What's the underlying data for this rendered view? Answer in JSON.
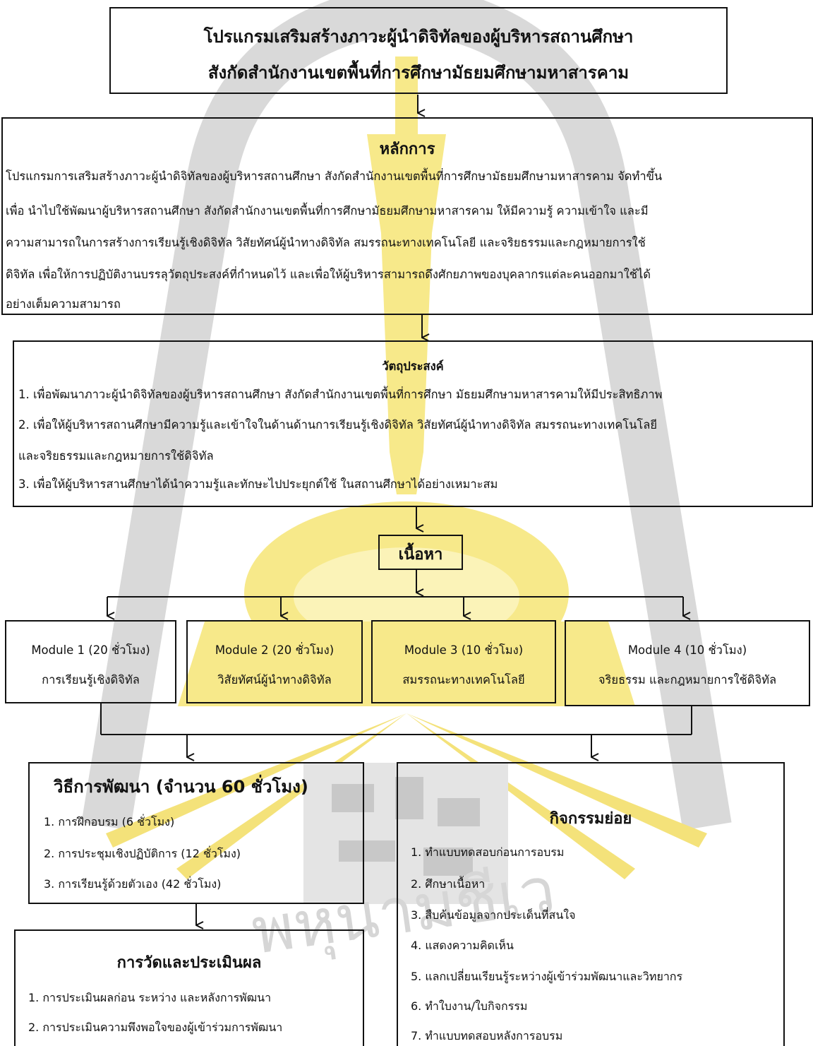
{
  "title": {
    "line1": "โปรแกรมเสริมสร้างภาวะผู้นำดิจิทัลของผู้บริหารสถานศึกษา",
    "line2": "สังกัดสำนักงานเขตพื้นที่การศึกษามัธยมศึกษามหาสารคาม"
  },
  "principle": {
    "heading": "หลักการ",
    "lines": [
      "โปรแกรมการเสริมสร้างภาวะผู้นำดิจิทัลของผู้บริหารสถานศึกษา สังกัดสำนักงานเขตพื้นที่การศึกษามัธยมศึกษามหาสารคาม จัดทำขึ้น",
      "เพื่อ นำไปใช้พัฒนาผู้บริหารสถานศึกษา สังกัดสำนักงานเขตพื้นที่การศึกษามัธยมศึกษามหาสารคาม ให้มีความรู้ ความเข้าใจ และมี",
      "ความสามารถในการสร้างการเรียนรู้เชิงดิจิทัล วิสัยทัศน์ผู้นำทางดิจิทัล สมรรถนะทางเทคโนโลยี และจริยธรรมและกฎหมายการใช้",
      "ดิจิทัล เพื่อให้การปฏิบัติงานบรรลุวัตถุประสงค์ที่กำหนดไว้ และเพื่อให้ผู้บริหารสามารถดึงศักยภาพของบุคลากรแต่ละคนออกมาใช้ได้",
      "อย่างเต็มความสามารถ"
    ]
  },
  "objectives": {
    "heading": "วัตถุประสงค์",
    "lines": [
      "1. เพื่อพัฒนาภาวะผู้นำดิจิทัลของผู้บริหารสถานศึกษา สังกัดสำนักงานเขตพื้นที่การศึกษา มัธยมศึกษามหาสารคามให้มีประสิทธิภาพ",
      "2. เพื่อให้ผู้บริหารสถานศึกษามีความรู้และเข้าใจในด้านด้านการเรียนรู้เชิงดิจิทัล วิสัยทัศน์ผู้นำทางดิจิทัล สมรรถนะทางเทคโนโลยี",
      "และจริยธรรมและกฎหมายการใช้ดิจิทัล",
      "3. เพื่อให้ผู้บริหารสานศึกษาได้นำความรู้และทักษะไปประยุกต์ใช้ ในสถานศึกษาได้อย่างเหมาะสม"
    ]
  },
  "content": {
    "label": "เนื้อหา"
  },
  "modules": [
    {
      "title": "Module 1 (20 ชั่วโมง)",
      "subtitle": "การเรียนรู้เชิงดิจิทัล"
    },
    {
      "title": "Module 2 (20 ชั่วโมง)",
      "subtitle": "วิสัยทัศน์ผู้นำทางดิจิทัล"
    },
    {
      "title": "Module 3 (10 ชั่วโมง)",
      "subtitle": "สมรรถนะทางเทคโนโลยี"
    },
    {
      "title": "Module 4 (10 ชั่วโมง)",
      "subtitle": "จริยธรรม และกฎหมายการใช้ดิจิทัล"
    }
  ],
  "methods": {
    "heading": "วิธีการพัฒนา (จำนวน 60 ชั่วโมง)",
    "items": [
      "1. การฝึกอบรม (6 ชั่วโมง)",
      "2. การประชุมเชิงปฏิบัติการ (12 ชั่วโมง)",
      "3. การเรียนรู้ด้วยตัวเอง (42 ชั่วโมง)"
    ]
  },
  "evaluation": {
    "heading": "การวัดและประเมินผล",
    "items": [
      "1. การประเมินผลก่อน ระหว่าง และหลังการพัฒนา",
      "2. การประเมินความพึงพอใจของผู้เข้าร่วมการพัฒนา"
    ]
  },
  "activities": {
    "heading": "กิจกรรมย่อย",
    "items": [
      "1. ทำแบบทดสอบก่อนการอบรม",
      "2. ศึกษาเนื้อหา",
      "3. สืบค้นข้อมูลจากประเด็นที่สนใจ",
      "4. แสดงความคิดเห็น",
      "5. แลกเปลี่ยนเรียนรู้ระหว่างผู้เข้าร่วมพัฒนาและวิทยากร",
      "6. ทำใบงาน/ใบกิจกรรม",
      "7. ทำแบบทดสอบหลังการอบรม"
    ]
  },
  "watermark": {
    "text": "พหุนามชีเว",
    "gold": "#f7e98a",
    "gray": "#cfcfcf"
  }
}
